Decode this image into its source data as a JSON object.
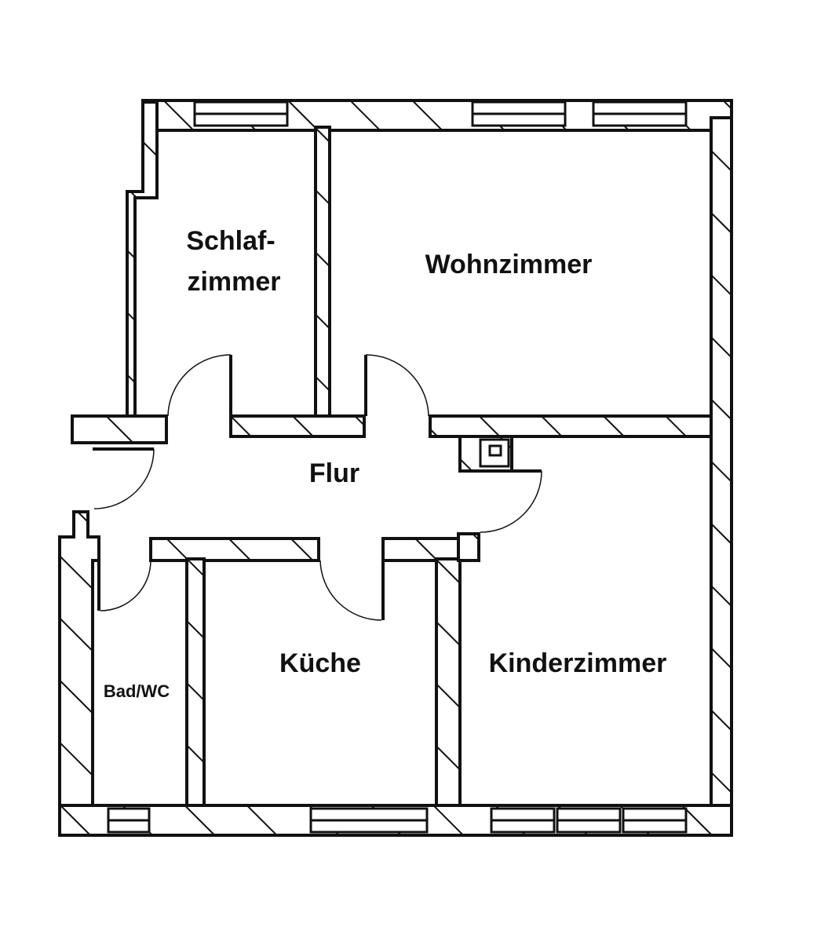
{
  "colors": {
    "wall": "#111111",
    "background": "#ffffff"
  },
  "rooms": {
    "schlafzimmer_line1": "Schlaf-",
    "schlafzimmer_line2": "zimmer",
    "wohnzimmer": "Wohnzimmer",
    "flur": "Flur",
    "kueche": "Küche",
    "bad_wc": "Bad/WC",
    "kinderzimmer": "Kinderzimmer"
  }
}
